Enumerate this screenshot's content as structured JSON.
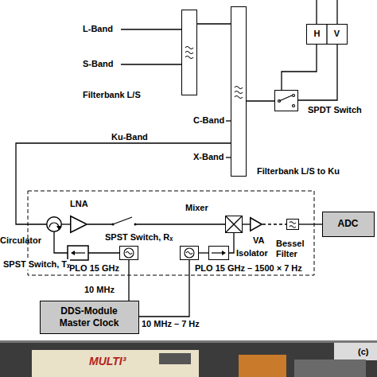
{
  "diagram": {
    "nodes": [
      {
        "text": [
          "Filterbank L/S"
        ]
      },
      {
        "text": [
          "Filterbank L/S to Ku"
        ]
      },
      {
        "text": [
          "H",
          "V"
        ]
      },
      {
        "text": [
          "SPDT Switch"
        ]
      },
      {
        "text": [
          "Circulator"
        ]
      },
      {
        "text": [
          "LNA"
        ]
      },
      {
        "text": [
          "Mixer"
        ]
      },
      {
        "text": [
          "VA"
        ]
      },
      {
        "text": [
          "Bessel Filter"
        ]
      },
      {
        "text": [
          "ADC"
        ]
      },
      {
        "text": [
          "PLO 15 GHz"
        ]
      },
      {
        "text": [
          "PLO 15 GHz – 1500 × 7 Hz"
        ]
      },
      {
        "text": [
          "Isolator"
        ]
      },
      {
        "text": [
          "DDS-Module Master Clock"
        ]
      }
    ],
    "edges": [
      {
        "from": 0,
        "to": 1,
        "arrow": "none"
      },
      {
        "from": 1,
        "to": 3,
        "arrow": "none"
      },
      {
        "from": 3,
        "to": 2,
        "arrow": "none"
      },
      {
        "from": 3,
        "to": 2,
        "arrow": "none"
      },
      {
        "from": 1,
        "to": 4,
        "label": "Ku-Band",
        "arrow": "none"
      },
      {
        "from": 4,
        "to": 5,
        "arrow": "none"
      },
      {
        "from": 5,
        "to": 6,
        "arrow": "none"
      },
      {
        "from": 6,
        "to": 7,
        "arrow": "none"
      },
      {
        "from": 7,
        "to": 8,
        "arrow": "none"
      },
      {
        "from": 8,
        "to": 9,
        "arrow": "none"
      },
      {
        "from": 10,
        "to": 4,
        "arrow": "none"
      },
      {
        "from": 11,
        "to": 12,
        "arrow": "none"
      },
      {
        "from": 12,
        "to": 6,
        "arrow": "none"
      },
      {
        "from": 13,
        "to": 10,
        "label": "10 MHz",
        "arrow": "none"
      },
      {
        "from": 13,
        "to": 11,
        "label": "10 MHz – 7 Hz",
        "arrow": "none"
      }
    ],
    "labels": [
      "L-Band",
      "S-Band",
      "C-Band",
      "X-Band",
      "SPST Switch, Rₓ",
      "SPST Switch, Tₓ",
      "MULTI³",
      "(c)"
    ]
  }
}
